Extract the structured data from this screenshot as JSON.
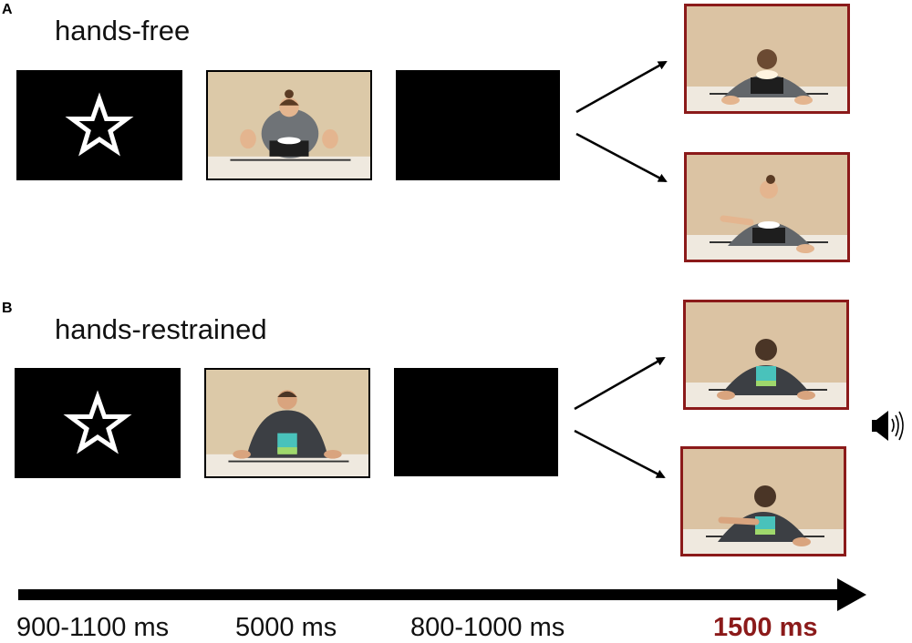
{
  "panels": [
    {
      "letter": "A",
      "title": "hands-free"
    },
    {
      "letter": "B",
      "title": "hands-restrained"
    }
  ],
  "timeline": {
    "timings": [
      "900-1100 ms",
      "5000 ms",
      "800-1000 ms",
      "1500 ms"
    ]
  },
  "colors": {
    "outcome_frame": "#8b1a1a",
    "highlight_text": "#8b1a1a",
    "wall": "#d8c4a4",
    "screen": "#000000"
  },
  "icons": {
    "fixation": "star-icon",
    "sound": "speaker-icon"
  }
}
